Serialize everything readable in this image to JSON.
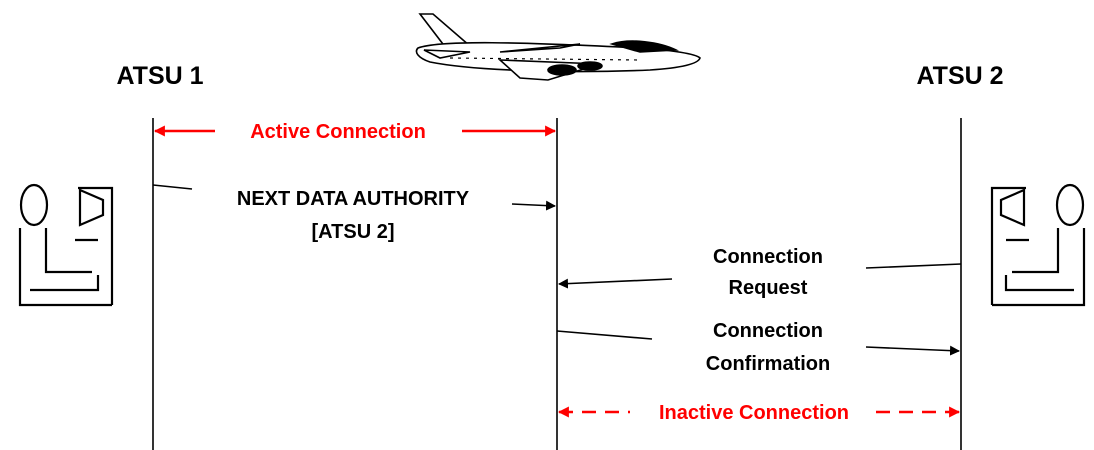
{
  "nodes": {
    "atsu1": "ATSU 1",
    "atsu2": "ATSU 2"
  },
  "connections": {
    "active": "Active Connection",
    "inactive": "Inactive Connection"
  },
  "messages": {
    "nda_line1": "NEXT DATA AUTHORITY",
    "nda_line2": "[ATSU 2]",
    "req_line1": "Connection",
    "req_line2": "Request",
    "conf_line1": "Connection",
    "conf_line2": "Confirmation"
  },
  "colors": {
    "connection_label": "#ff0000",
    "line": "#000000",
    "text": "#000000"
  },
  "icons": {
    "aircraft": "jumbo-jet-icon",
    "controller": "controller-workstation-icon"
  }
}
